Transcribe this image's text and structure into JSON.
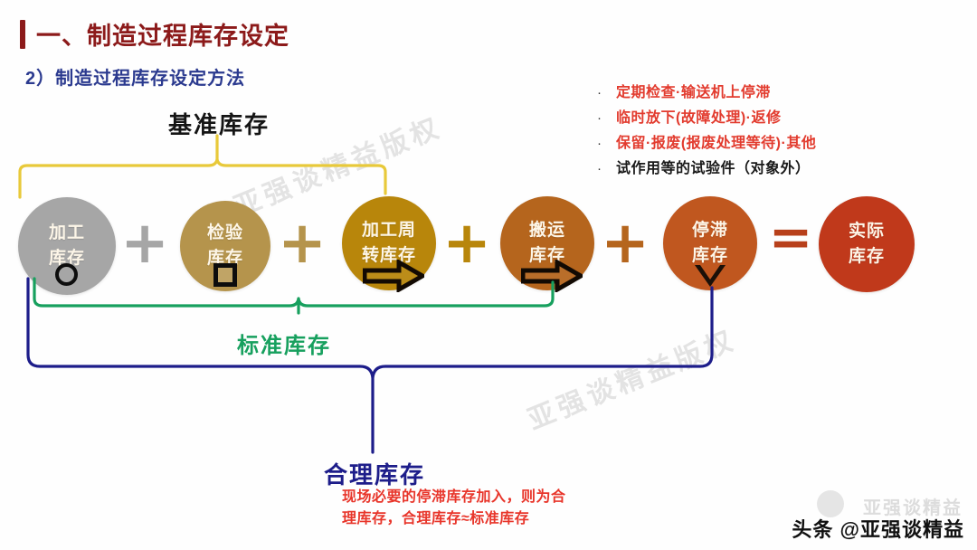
{
  "header": {
    "title": "一、制造过程库存设定",
    "subtitle": "2）制造过程库存设定方法",
    "accent_color": "#8C1A1A",
    "subtitle_color": "#2B3A8F"
  },
  "notes": {
    "items": [
      {
        "bullet": "·",
        "text": "定期检查·输送机上停滞",
        "color": "red"
      },
      {
        "bullet": "·",
        "text": "临时放下(故障处理)·返修",
        "color": "red"
      },
      {
        "bullet": "·",
        "text": "保留·报废(报废处理等待)·其他",
        "color": "red"
      },
      {
        "bullet": "·",
        "text": "试作用等的试验件（对象外）",
        "color": "black"
      }
    ],
    "red_color": "#E23B2E",
    "black_color": "#1A1A1A"
  },
  "equation": {
    "nodes": [
      {
        "line1": "加工",
        "line2": "库存",
        "color": "#A6A6A6",
        "marker": "circle-marker"
      },
      {
        "line1": "检验",
        "line2": "库存",
        "color": "#B5944C",
        "marker": "square-marker"
      },
      {
        "line1": "加工周",
        "line2": "转库存",
        "color": "#B8860B",
        "marker": "arrow-marker"
      },
      {
        "line1": "搬运",
        "line2": "库存",
        "color": "#B5651D",
        "marker": "arrow-marker"
      },
      {
        "line1": "停滞",
        "line2": "库存",
        "color": "#C0571F",
        "marker": "triangle-marker"
      },
      {
        "line1": "实际",
        "line2": "库存",
        "color": "#C0391B",
        "marker": "none"
      }
    ],
    "operators": [
      {
        "symbol": "+",
        "color": "#A6A6A6"
      },
      {
        "symbol": "+",
        "color": "#B5944C"
      },
      {
        "symbol": "+",
        "color": "#B8860B"
      },
      {
        "symbol": "+",
        "color": "#B5651D"
      },
      {
        "symbol": "+",
        "color": "#C0571F"
      },
      {
        "symbol": "=",
        "color": "#B8401B"
      }
    ]
  },
  "braces": {
    "base": {
      "label": "基准库存",
      "color": "#E8C93A"
    },
    "standard": {
      "label": "标准库存",
      "color": "#17A05E"
    },
    "reasonable": {
      "label": "合理库存",
      "color": "#1D1D8A"
    }
  },
  "bottom_note": {
    "line1": "现场必要的停滞库存加入，则为合",
    "line2": "理库存，合理库存≈标准库存",
    "color": "#E8352A"
  },
  "watermarks": {
    "diagonal": "亚强谈精益版权",
    "footer_prefix": "头条",
    "footer_handle": "@亚强谈精益",
    "footer_ghost": "亚强谈精益"
  }
}
